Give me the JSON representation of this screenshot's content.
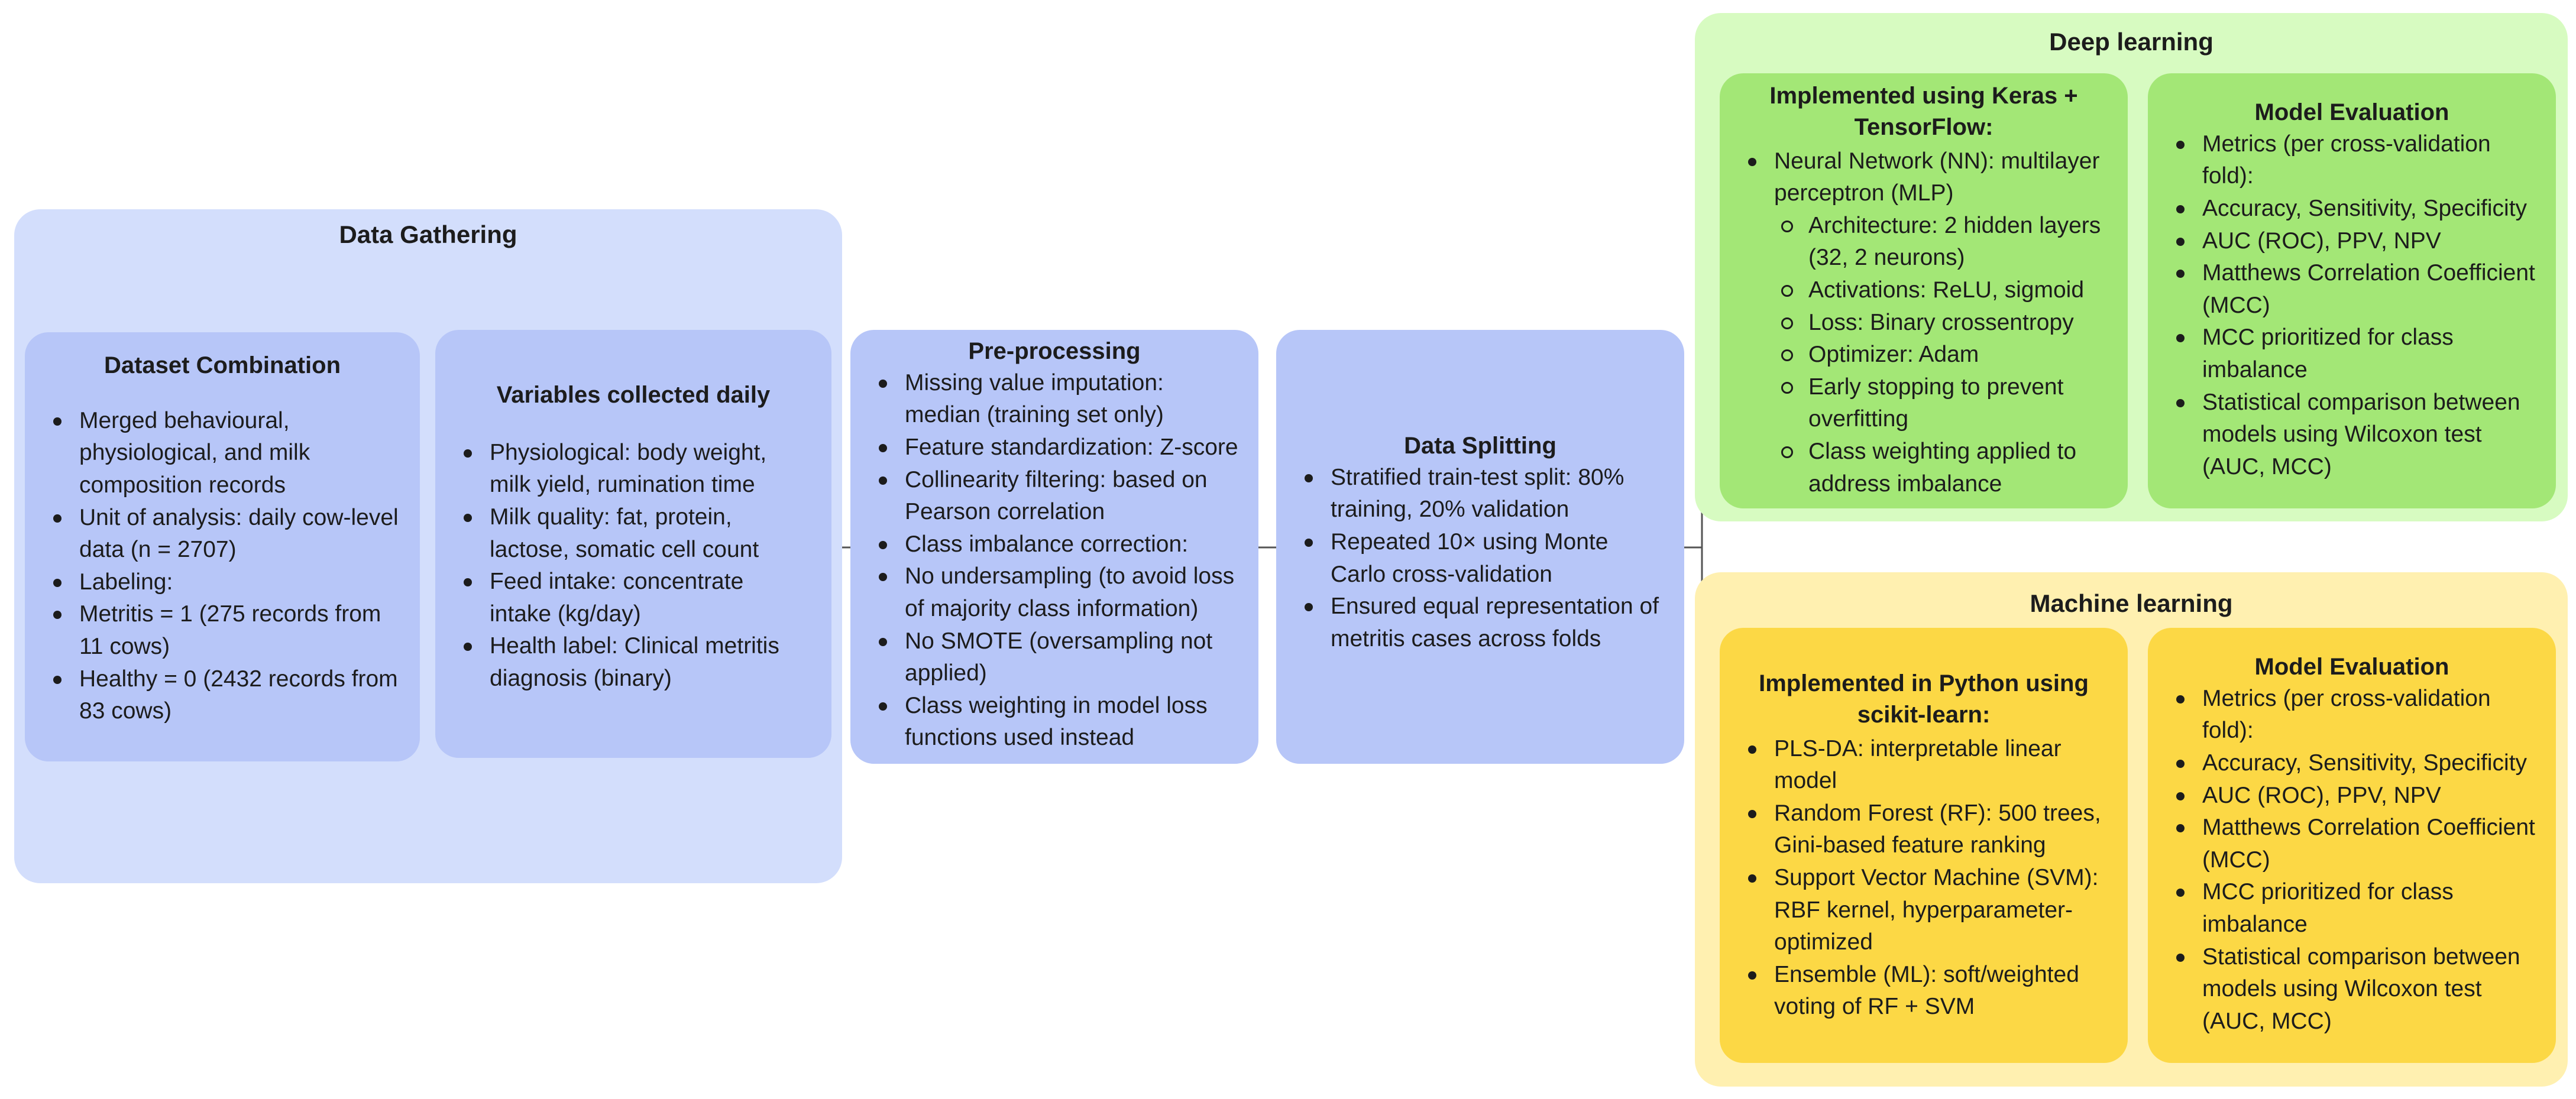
{
  "data_gathering": {
    "title": "Data Gathering",
    "dataset_combination": {
      "title": "Dataset Combination",
      "items": [
        "Merged behavioural, physiological, and milk composition records",
        "Unit of analysis: daily cow-level data (n = 2707)",
        "Labeling:",
        "Metritis = 1 (275 records from 11 cows)",
        "Healthy = 0 (2432 records from 83 cows)"
      ]
    },
    "variables": {
      "title": "Variables collected daily",
      "items": [
        "Physiological: body weight, milk yield, rumination time",
        "Milk quality: fat, protein, lactose, somatic cell count",
        "Feed intake: concentrate intake (kg/day)",
        "Health label: Clinical metritis diagnosis (binary)"
      ]
    }
  },
  "preprocessing": {
    "title": "Pre-processing",
    "items": [
      "Missing value imputation: median (training set only)",
      "Feature standardization: Z-score",
      "Collinearity filtering: based on Pearson correlation",
      "Class imbalance correction:",
      "No undersampling (to avoid loss of majority class information)",
      "No SMOTE (oversampling not applied)",
      "Class weighting in model loss functions used instead"
    ]
  },
  "data_splitting": {
    "title": "Data Splitting",
    "items": [
      "Stratified train-test split: 80% training, 20% validation",
      "Repeated 10× using Monte Carlo cross-validation",
      "Ensured equal representation of metritis cases across folds"
    ]
  },
  "deep_learning": {
    "title": "Deep learning",
    "implemented": {
      "title": "Implemented using Keras + TensorFlow:",
      "item": "Neural Network (NN): multilayer perceptron (MLP)",
      "subitems": [
        "Architecture: 2 hidden layers (32, 2 neurons)",
        "Activations: ReLU, sigmoid",
        "Loss: Binary crossentropy",
        "Optimizer: Adam",
        "Early stopping to prevent overfitting",
        "Class weighting applied to address imbalance"
      ]
    },
    "evaluation": {
      "title": "Model Evaluation",
      "items": [
        "Metrics (per cross-validation fold):",
        "Accuracy, Sensitivity, Specificity",
        "AUC (ROC), PPV, NPV",
        "Matthews Correlation Coefficient (MCC)",
        "MCC prioritized for class imbalance",
        "Statistical comparison between models using Wilcoxon test (AUC, MCC)"
      ]
    }
  },
  "machine_learning": {
    "title": "Machine learning",
    "implemented": {
      "title": "Implemented in Python using scikit-learn:",
      "items": [
        "PLS-DA: interpretable linear model",
        "Random Forest (RF): 500 trees, Gini-based feature ranking",
        "Support Vector Machine (SVM): RBF kernel, hyperparameter-optimized",
        "Ensemble (ML): soft/weighted voting of RF + SVM"
      ]
    },
    "evaluation": {
      "title": "Model Evaluation",
      "items": [
        "Metrics (per cross-validation fold):",
        "Accuracy, Sensitivity, Specificity",
        "AUC (ROC), PPV, NPV",
        "Matthews Correlation Coefficient (MCC)",
        "MCC prioritized for class imbalance",
        "Statistical comparison between models using Wilcoxon test (AUC, MCC)"
      ]
    }
  },
  "colors": {
    "blue_panel": "#d3defc",
    "blue_box": "#b7c6f8",
    "green_panel": "#d7fbc1",
    "green_box": "#a3e776",
    "yellow_panel": "#fff0b0",
    "yellow_box": "#fcd845",
    "connector": "#555555"
  }
}
